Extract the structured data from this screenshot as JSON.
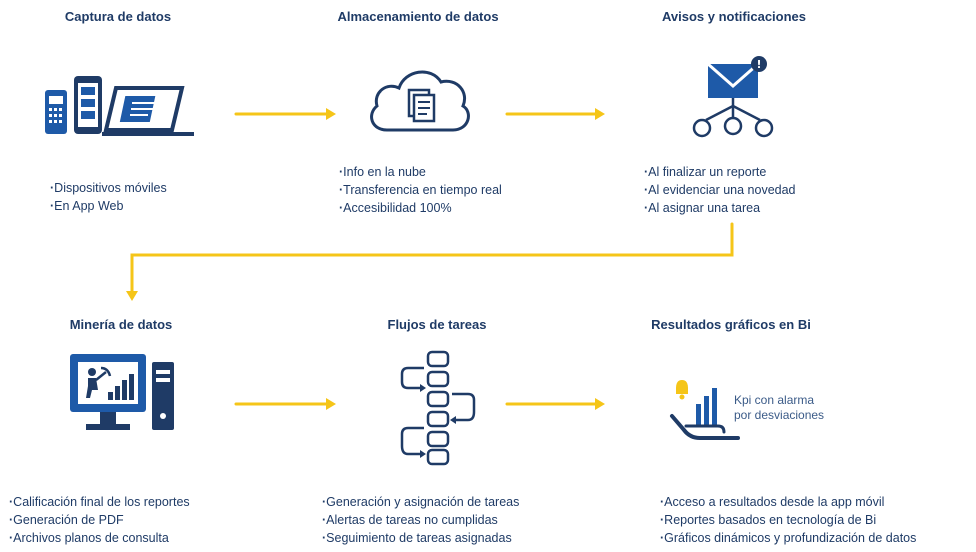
{
  "steps": [
    {
      "title": "Captura de datos",
      "items": [
        "Dispositivos móviles",
        "En App Web"
      ]
    },
    {
      "title": "Almacenamiento de datos",
      "items": [
        "Info en la nube",
        "Transferencia en tiempo real",
        "Accesibilidad 100%"
      ]
    },
    {
      "title": "Avisos y notificaciones",
      "items": [
        "Al finalizar un reporte",
        "Al evidenciar una novedad",
        "Al asignar una tarea"
      ]
    },
    {
      "title": "Minería de datos",
      "items": [
        "Calificación final de los reportes",
        "Generación de PDF",
        "Archivos planos de consulta"
      ]
    },
    {
      "title": "Flujos de tareas",
      "items": [
        "Generación y asignación de tareas",
        "Alertas de tareas no cumplidas",
        "Seguimiento de tareas asignadas"
      ]
    },
    {
      "title": "Resultados gráficos en Bi",
      "items": [
        "Acceso a resultados desde la app móvil",
        "Reportes basados en tecnología de Bi",
        "Gráficos dinámicos y profundización de datos"
      ]
    }
  ],
  "kpi_label": {
    "line1": "Kpi con alarma",
    "line2": "por desviaciones"
  },
  "colors": {
    "navy": "#1f3b66",
    "yellow": "#f5c518",
    "blue": "#1e5aa8"
  },
  "icons": [
    "devices-icon",
    "cloud-icon",
    "envelope-network-icon",
    "computer-mining-icon",
    "task-flow-icon",
    "bi-chart-hand-icon"
  ]
}
